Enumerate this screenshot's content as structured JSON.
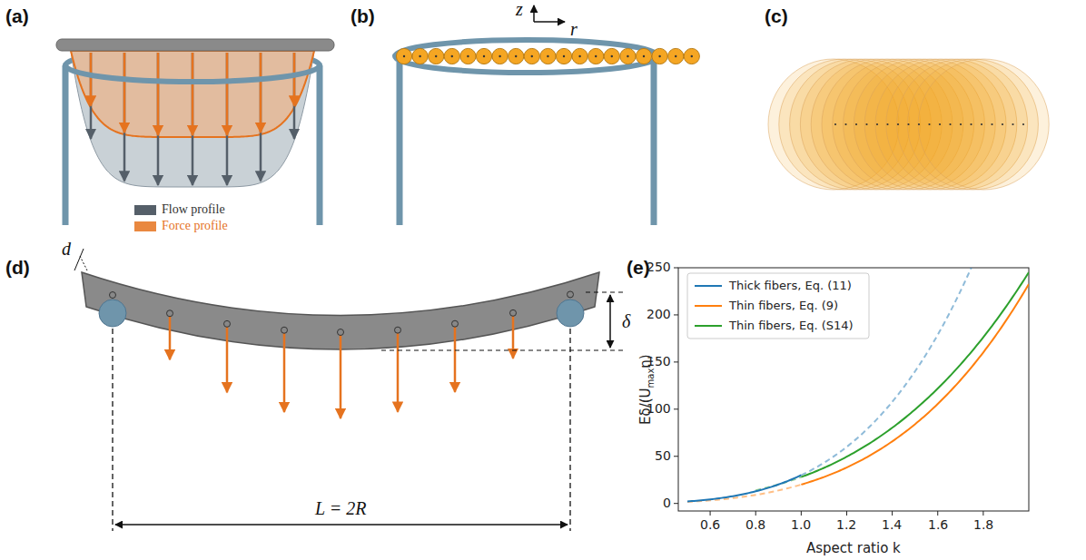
{
  "diagram": {
    "labels": [
      "(a)",
      "(b)",
      "(c)",
      "(d)",
      "(e)",
      "z",
      "r",
      "d",
      "δ",
      "L = 2R",
      "0",
      "50",
      "100",
      "150",
      "200",
      "250",
      "0.6",
      "0.8",
      "1.0",
      "1.2",
      "1.4",
      "1.6",
      "1.8",
      "Aspect ratio k",
      "Eδ/(U",
      "max",
      "η)"
    ],
    "legend": [
      {
        "text": "Flow profile",
        "color": "#555f69"
      },
      {
        "text": "Force profile",
        "color": "#e5731f"
      },
      {
        "text": "Thick fibers, Eq. (11)"
      },
      {
        "text": "Thin fibers, Eq. (9)"
      },
      {
        "text": "Thin fibers, Eq. (S14)"
      }
    ]
  }
}
